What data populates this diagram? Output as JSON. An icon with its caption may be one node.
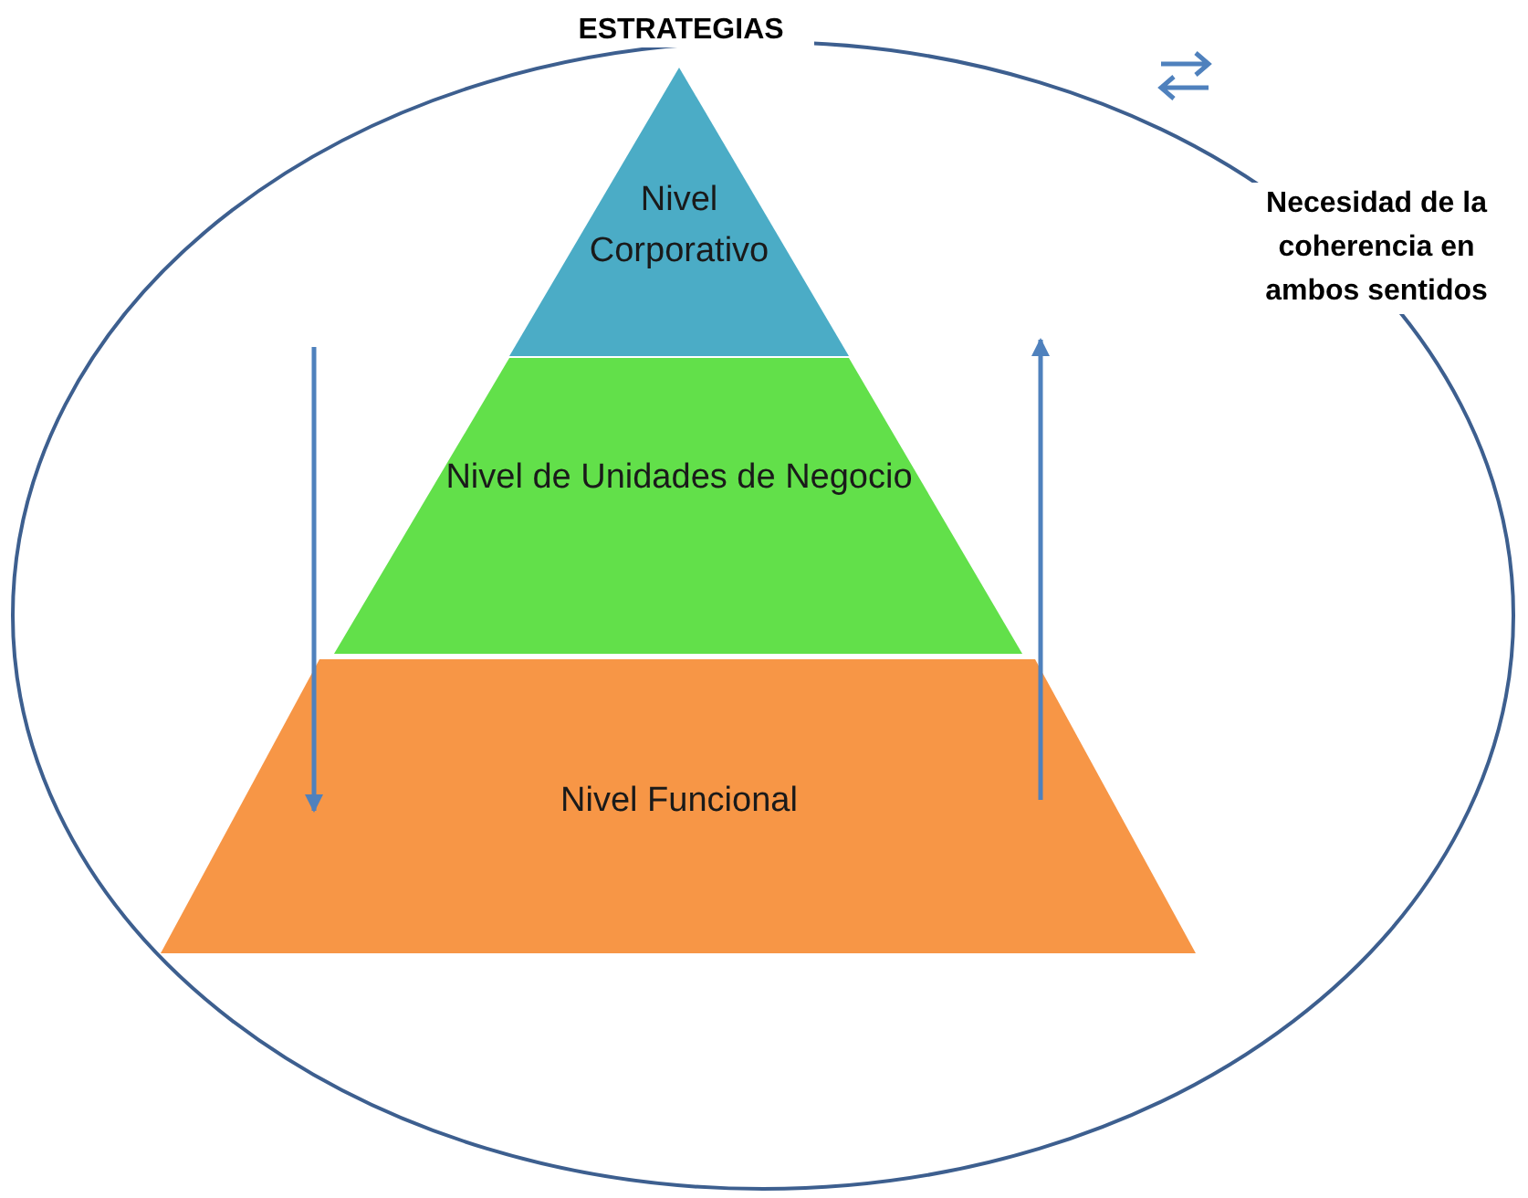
{
  "diagram": {
    "title": "ESTRATEGIAS",
    "nodes": [
      {
        "text": [],
        "shape": "ellipse"
      },
      {
        "text": [
          "Nivel Corporativo"
        ],
        "in": 0
      },
      {
        "text": [
          "Nivel de Unidades de Negocio"
        ],
        "in": 0
      },
      {
        "text": [
          "Nivel Funcional"
        ],
        "in": 0
      }
    ],
    "labels": [
      "Necesidad de la coherencia en ambos sentidos"
    ]
  }
}
